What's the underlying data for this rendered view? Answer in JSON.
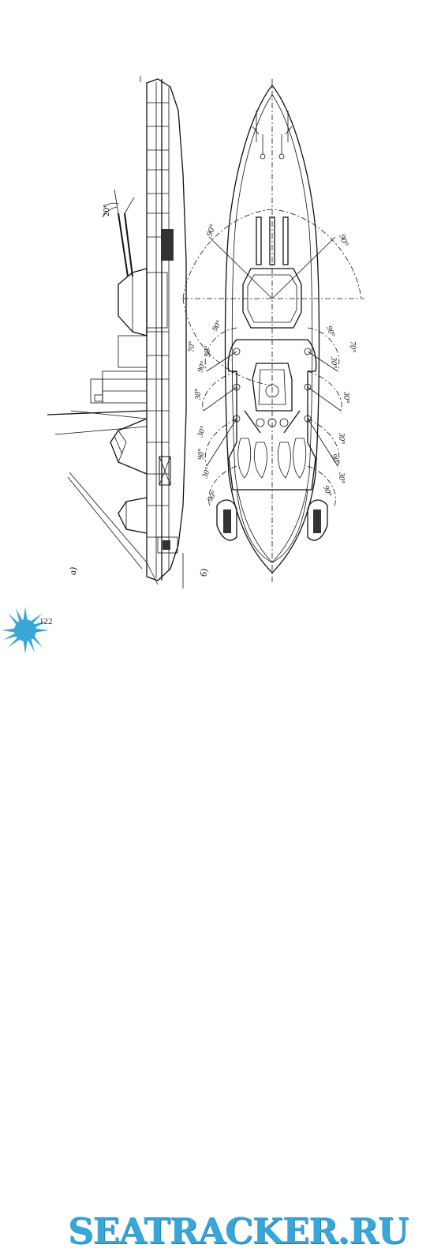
{
  "drawing": {
    "label_a": "а)",
    "label_b": "б)",
    "side_angle": "20°",
    "arcs": {
      "main_left": "90°",
      "main_right": "90°",
      "l70": "70°",
      "r70": "70°",
      "l90a": "90°",
      "l30a": "30°",
      "l90b": "90°",
      "l30b": "30°",
      "l30c": "30°",
      "l90c": "90°",
      "l30d": "30°",
      "l90d": "90°",
      "r90a": "90°",
      "r30a": "30°",
      "r30b": "30°",
      "r30c": "30°",
      "r90b": "90°",
      "r30d": "30°",
      "r90c": "90°"
    }
  },
  "page": {
    "number": "122"
  },
  "watermark": {
    "text": "SEATRACKER.RU",
    "color": "#3aa6d8"
  }
}
